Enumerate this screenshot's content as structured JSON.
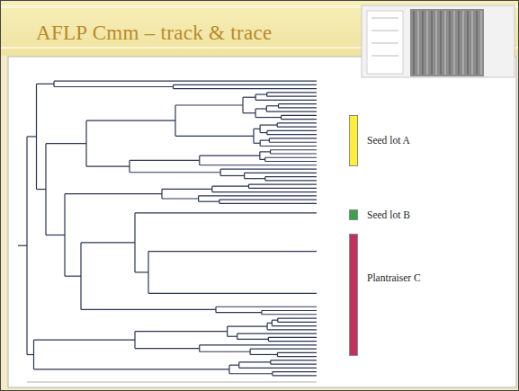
{
  "diagram": {
    "title": "AFLP Cmm – track & trace",
    "nodes": [
      {
        "text": [
          "Seed lot A"
        ]
      },
      {
        "text": [
          "Seed lot B"
        ]
      },
      {
        "text": [
          "Plantraiser C"
        ]
      }
    ]
  }
}
